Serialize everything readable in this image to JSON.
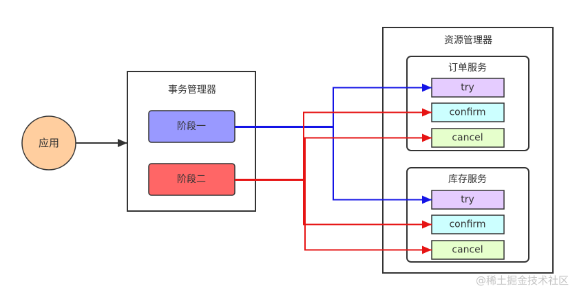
{
  "app": {
    "label": "应用"
  },
  "transaction_manager": {
    "title": "事务管理器",
    "phase_one": "阶段一",
    "phase_two": "阶段二"
  },
  "resource_manager": {
    "title": "资源管理器",
    "order_service": {
      "title": "订单服务",
      "try": "try",
      "confirm": "confirm",
      "cancel": "cancel"
    },
    "inventory_service": {
      "title": "库存服务",
      "try": "try",
      "confirm": "confirm",
      "cancel": "cancel"
    }
  },
  "watermark": "@稀土掘金技术社区",
  "colors": {
    "app_fill": "#FFCE9F",
    "phase_one_fill": "#9999FF",
    "phase_two_fill": "#FF6666",
    "try_fill": "#E5CCFF",
    "confirm_fill": "#CCFFFF",
    "cancel_fill": "#E6FFCC",
    "main_arrow": "#333333",
    "phase_one_arrow": "#1414E6",
    "phase_two_arrow": "#E61414"
  }
}
